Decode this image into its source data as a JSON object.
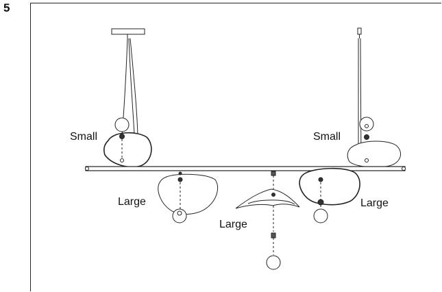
{
  "step": "5",
  "labels": {
    "small_left": "Small",
    "small_right": "Small",
    "large_left": "Large",
    "large_center": "Large",
    "large_right": "Large"
  }
}
